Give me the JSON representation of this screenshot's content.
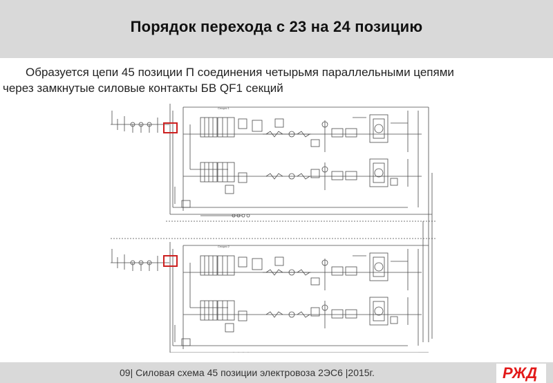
{
  "slide": {
    "title": "Порядок перехода с 23 на 24 позицию",
    "description_line1": "Образуется цепи 45 позиции П соединения четырьмя параллельными цепями",
    "description_line2": "через замкнутые силовые контакты БВ QF1 секций"
  },
  "scheme": {
    "section1_label": "Секция 1",
    "section2_label": "Секция 2",
    "line_color": "#4a4a4a",
    "highlight_color": "#cc1f1f"
  },
  "footer": {
    "text": "09| Силовая схема 45 позиции электровоза 2ЭС6 |2015г.",
    "logo_text": "РЖД",
    "logo_color": "#e21a1a"
  }
}
